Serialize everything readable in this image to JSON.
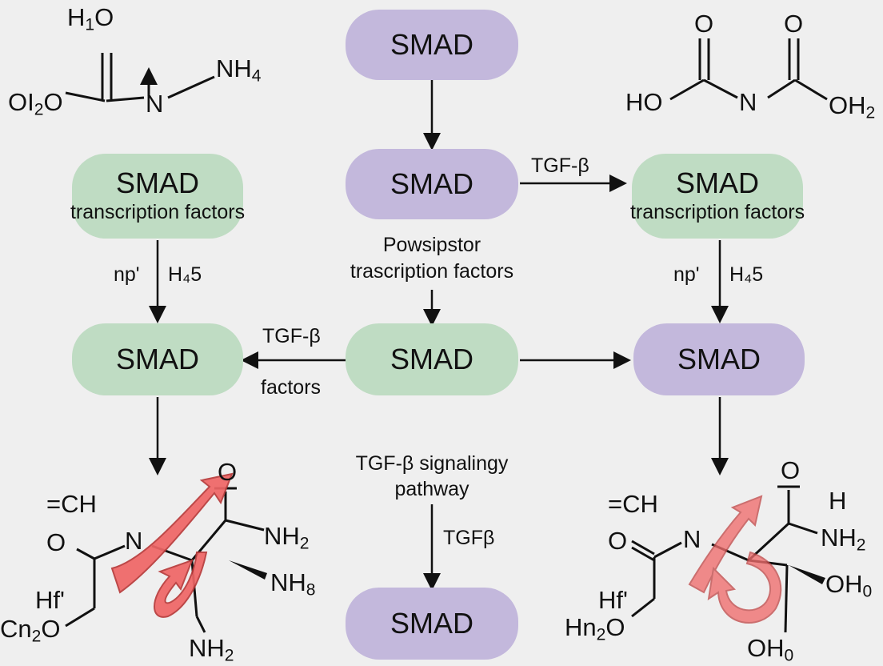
{
  "colors": {
    "purple_node": "#c3b8dc",
    "green_node": "#bfdcc3",
    "arrow": "#111111",
    "red_arrow": "#e85a5a",
    "background": "#efefef"
  },
  "nodes": {
    "top_center": {
      "title": "SMAD"
    },
    "center_upper": {
      "title": "SMAD"
    },
    "left_upper": {
      "title": "SMAD",
      "subtitle": "transcription factors"
    },
    "right_upper": {
      "title": "SMAD",
      "subtitle": "transcription factors"
    },
    "left_mid": {
      "title": "SMAD"
    },
    "center_mid": {
      "title": "SMAD"
    },
    "right_mid": {
      "title": "SMAD"
    },
    "bottom_center": {
      "title": "SMAD"
    }
  },
  "labels": {
    "tgf_right_top": "TGF-β",
    "powsipstor": "Powsipstor",
    "trascription_factors": "trascription factors",
    "left_np": "np'",
    "left_h45": "H₄5",
    "right_np": "np'",
    "right_h45": "H₄5",
    "tgf_left_mid": "TGF-β",
    "factors": "factors",
    "pathway_line1": "TGF-β signalingy",
    "pathway_line2": "pathway",
    "tgfb_bottom": "TGFβ"
  },
  "chem_top_left": {
    "h1o": "H1O",
    "nh4": "NH4",
    "oi2o": "OI2O",
    "n": "N"
  },
  "chem_top_right": {
    "o_left": "O",
    "o_right": "O",
    "ho": "HO",
    "n": "N",
    "oh2": "OH2"
  },
  "chem_bottom_left": {
    "o_top": "O",
    "cch": "=CH",
    "o_left": "O",
    "n": "N",
    "nh2_right": "NH2",
    "nh8": "NH8",
    "hf": "Hf'",
    "cn2o": "Cn2O",
    "nh2_bottom": "NH2"
  },
  "chem_bottom_right": {
    "o_top": "O",
    "h": "H",
    "cch": "=CH",
    "o_left": "O",
    "n": "N",
    "nh2": "NH2",
    "hf": "Hf'",
    "oh0_right": "OH0",
    "hn2o": "Hn2O",
    "oh0_bottom": "OH0"
  }
}
